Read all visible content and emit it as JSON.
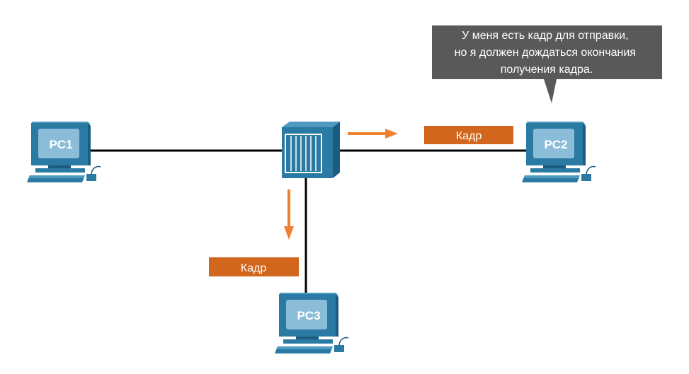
{
  "diagram": {
    "nodes": [
      {
        "id": "pc1",
        "type": "pc",
        "label": "PC1"
      },
      {
        "id": "pc2",
        "type": "pc",
        "label": "PC2"
      },
      {
        "id": "pc3",
        "type": "pc",
        "label": "PC3"
      },
      {
        "id": "switch",
        "type": "switch",
        "label": ""
      }
    ],
    "links": [
      {
        "from": "pc1",
        "to": "switch"
      },
      {
        "from": "switch",
        "to": "pc2"
      },
      {
        "from": "switch",
        "to": "pc3"
      }
    ],
    "frames": [
      {
        "label": "Кадр",
        "direction": "switch-to-pc2"
      },
      {
        "label": "Кадр",
        "direction": "switch-to-pc3"
      }
    ],
    "callout": {
      "attached_to": "pc2",
      "lines": [
        "У меня есть кадр для отправки,",
        "но я должен дождаться окончания",
        "получения кадра."
      ]
    }
  },
  "colors": {
    "device_body": "#2a7aa3",
    "device_dark": "#1b5d80",
    "screen": "#8bbcd8",
    "frame_fill": "#d2661c",
    "arrow": "#f08030",
    "callout_bg": "#595959",
    "link": "#000000"
  }
}
